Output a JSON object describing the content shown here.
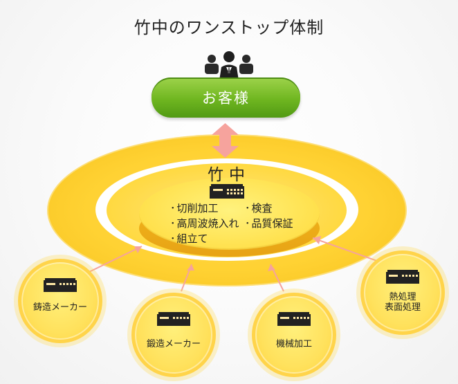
{
  "title": "竹中のワンストップ体制",
  "customer": {
    "label": "お客様"
  },
  "center": {
    "title": "竹中",
    "items": [
      "切削加工",
      "高周波焼入れ",
      "組立て",
      "検査",
      "品質保証"
    ]
  },
  "suppliers": [
    "鋳造メーカー",
    "鍛造メーカー",
    "機械加工",
    "熱処理表面処理"
  ],
  "colors": {
    "yellow": "#ffd233",
    "green": "#6fb620",
    "arrow": "#f8a59b",
    "white": "#ffffff"
  },
  "icons": {
    "people": "people-icon",
    "factory": "factory-icon"
  }
}
